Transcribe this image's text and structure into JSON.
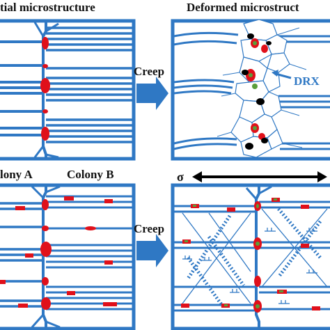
{
  "labels": {
    "initial_title": "tial microstructure",
    "deformed_title": "Deformed microstruct",
    "colony_a": "lony A",
    "colony_b": "Colony B",
    "creep_top": "Creep",
    "creep_bottom": "Creep",
    "drx": "DRX",
    "sigma": "σ"
  },
  "colors": {
    "lamella": "#2f78c4",
    "arrow": "#2f78c4",
    "phase": "#e0101a",
    "phase_green": "#5a9e3a",
    "dark_grain": "#000000",
    "drx_text": "#2f78c4"
  }
}
